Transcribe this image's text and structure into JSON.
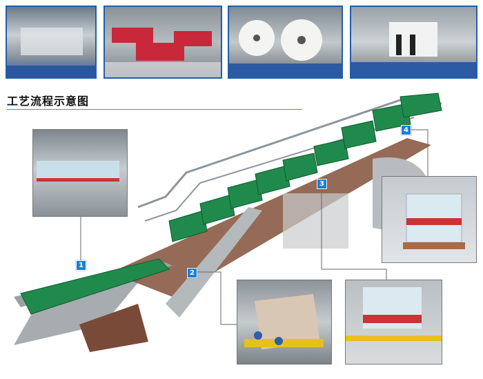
{
  "title": "工艺流程示意图",
  "steps": [
    "1",
    "2",
    "3",
    "4"
  ],
  "colors": {
    "accent": "#1f5fa8",
    "bottle_green": "#1f8a4c",
    "belt": "#8a5a44"
  }
}
